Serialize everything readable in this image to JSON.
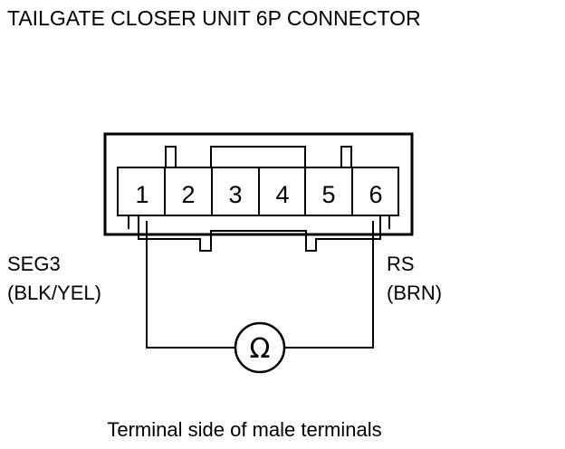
{
  "title": "TAILGATE CLOSER UNIT 6P CONNECTOR",
  "pins": [
    "1",
    "2",
    "3",
    "4",
    "5",
    "6"
  ],
  "wires": {
    "left": {
      "name": "SEG3",
      "color": "(BLK/YEL)"
    },
    "right": {
      "name": "RS",
      "color": "(BRN)"
    }
  },
  "meter": {
    "symbol": "Ω",
    "icon": "ohmmeter-icon"
  },
  "caption": "Terminal side of male terminals"
}
